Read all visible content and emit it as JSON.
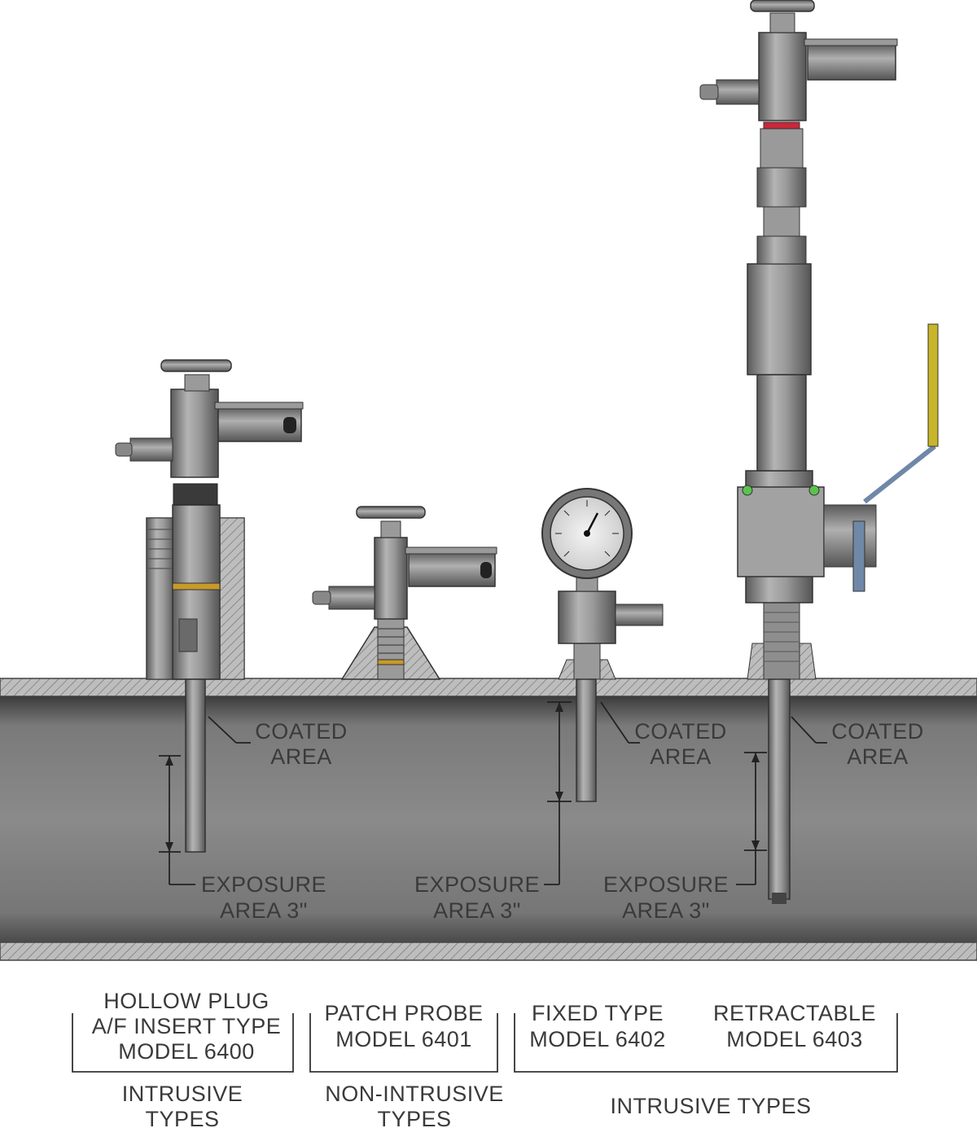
{
  "labels": {
    "coated": [
      "COATED",
      "AREA"
    ],
    "exposure": [
      "EXPOSURE",
      "AREA 3\""
    ]
  },
  "models": {
    "m6400": [
      "HOLLOW PLUG",
      "A/F INSERT TYPE",
      "MODEL 6400"
    ],
    "m6401": [
      "PATCH PROBE",
      "MODEL 6401"
    ],
    "m6402": [
      "FIXED TYPE",
      "MODEL 6402"
    ],
    "m6403": [
      "RETRACTABLE",
      "MODEL 6403"
    ]
  },
  "categories": {
    "intrusive_left": [
      "INTRUSIVE",
      "TYPES"
    ],
    "non_intrusive": [
      "NON-INTRUSIVE",
      "TYPES"
    ],
    "intrusive_right": "INTRUSIVE TYPES"
  },
  "colors": {
    "metal": "#8c8c8c",
    "metal_dark": "#5a5a5a",
    "pipe": "#7b7b7b",
    "handle_yellow": "#c9b52a",
    "lever_blue": "#6f88a8",
    "gasket_orange": "#c79a2a",
    "gasket_red": "#c8283a",
    "bolt_green": "#5bc24d"
  }
}
